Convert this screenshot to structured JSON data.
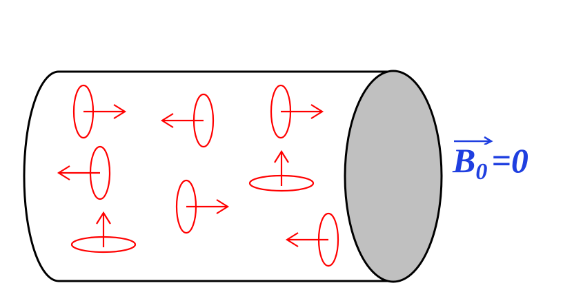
{
  "colors": {
    "outline": "#000000",
    "end_face": "#c0c0c0",
    "spin": "#ff0000",
    "label": "#1f3fe0"
  },
  "label": {
    "symbol": "B",
    "subscript": "0",
    "relation": "=0"
  },
  "spins": [
    {
      "id": "spin-1",
      "direction": "right"
    },
    {
      "id": "spin-2",
      "direction": "left"
    },
    {
      "id": "spin-3",
      "direction": "right"
    },
    {
      "id": "spin-4",
      "direction": "left"
    },
    {
      "id": "spin-5",
      "direction": "up"
    },
    {
      "id": "spin-6",
      "direction": "right"
    },
    {
      "id": "spin-7",
      "direction": "up"
    },
    {
      "id": "spin-8",
      "direction": "left"
    }
  ]
}
